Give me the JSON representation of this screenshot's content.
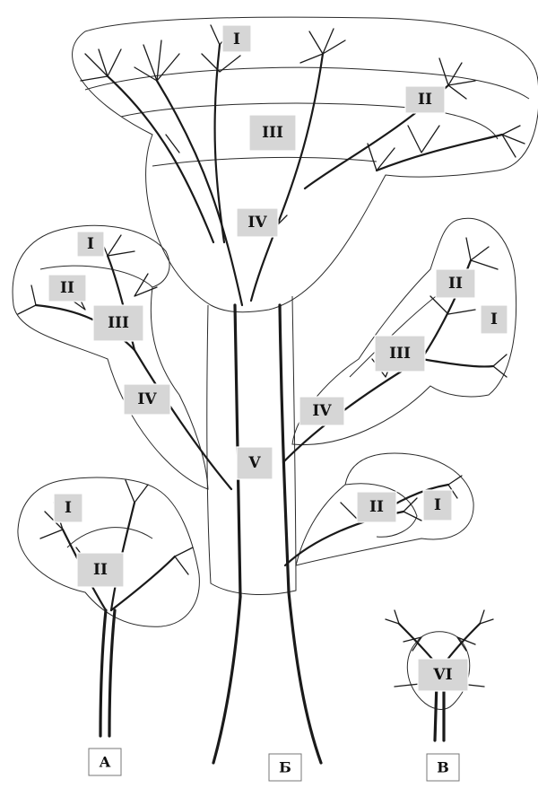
{
  "diagram": {
    "tree_a": {
      "letter": "А",
      "zones": [
        "I",
        "II"
      ]
    },
    "tree_b": {
      "letter": "Б",
      "crown_zones": [
        "I",
        "II",
        "III",
        "IV"
      ],
      "left_branch_zones": [
        "I",
        "II",
        "III",
        "IV"
      ],
      "right_upper_branch_zones": [
        "II",
        "I",
        "III",
        "IV"
      ],
      "trunk_zone": "V",
      "right_lower_branch_zones": [
        "II",
        "I"
      ]
    },
    "tree_c": {
      "letter": "В",
      "zones": [
        "VI"
      ]
    }
  }
}
